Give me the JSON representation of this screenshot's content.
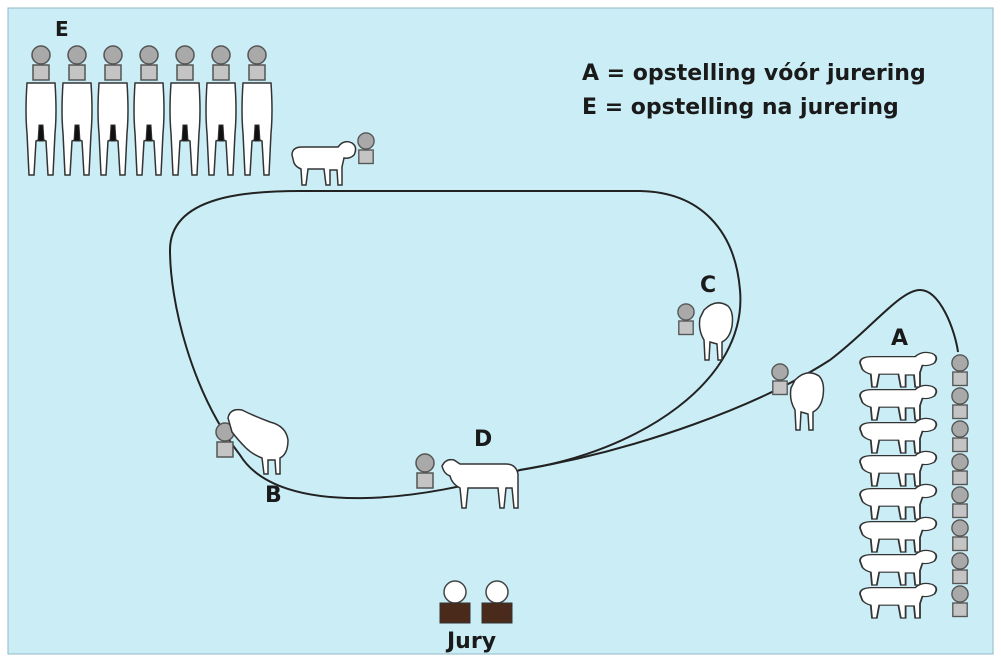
{
  "diagram": {
    "legend": {
      "line_a": "A = opstelling vóór jurering",
      "line_e": "E = opstelling na jurering"
    },
    "labels": {
      "a": "A",
      "b": "B",
      "c": "C",
      "d": "D",
      "e": "E",
      "jury": "Jury"
    }
  }
}
